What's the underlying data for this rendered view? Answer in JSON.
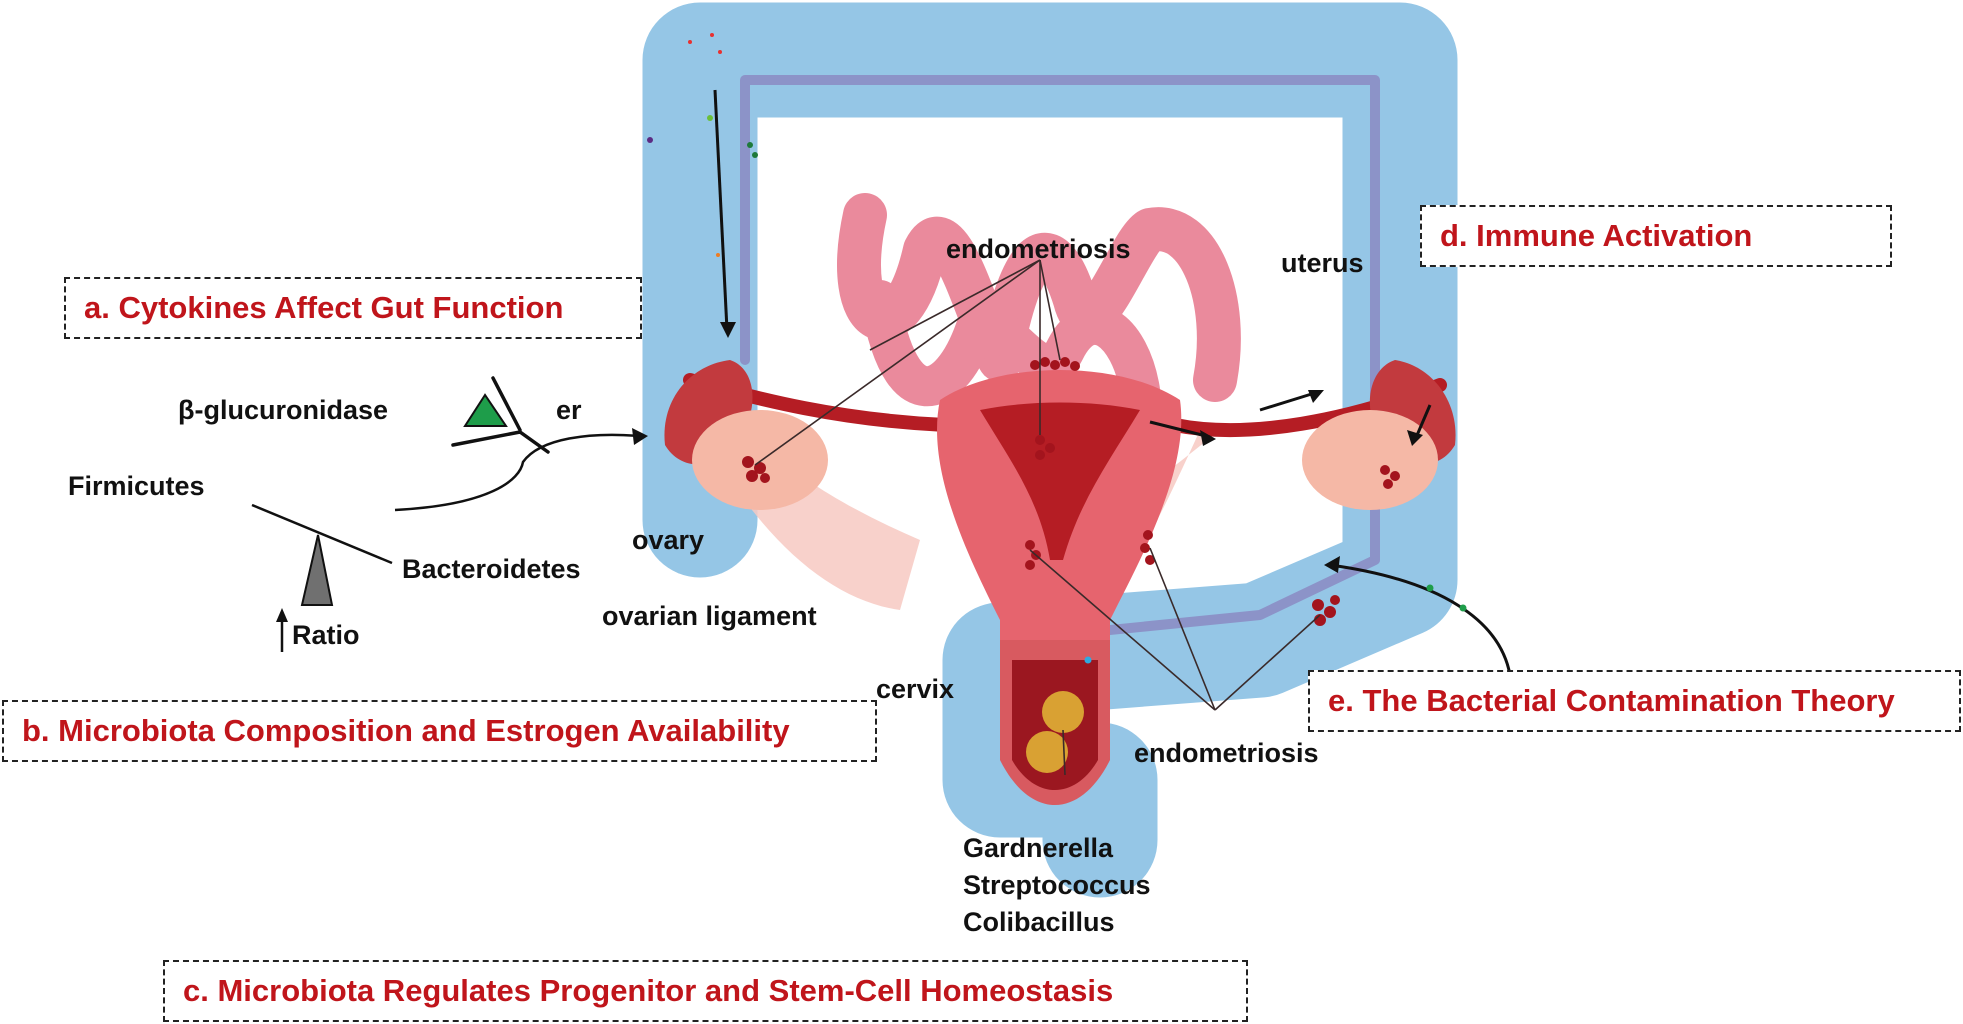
{
  "boxes": {
    "a": "a. Cytokines Affect Gut Function",
    "b": "b. Microbiota Composition and Estrogen Availability",
    "c": "c. Microbiota Regulates Progenitor and Stem-Cell Homeostasis",
    "d": "d. Immune Activation",
    "e": "e. The Bacterial Contamination Theory"
  },
  "labels": {
    "beta_glucuronidase": "β-glucuronidase",
    "er": "er",
    "firmicutes": "Firmicutes",
    "bacteroidetes": "Bacteroidetes",
    "ratio": "Ratio",
    "endometriosis_top": "endometriosis",
    "uterus": "uterus",
    "ovary": "ovary",
    "ovarian_ligament": "ovarian ligament",
    "cervix": "cervix",
    "endometriosis_bottom": "endometriosis",
    "bacteria": [
      "Gardnerella",
      "Streptococcus",
      "Colibacillus"
    ]
  },
  "colors": {
    "box_text": "#c0151b",
    "colon": "#95c6e6",
    "colon_inner": "#8c93c8",
    "small_intestine": "#ea8a9c",
    "uterus": "#e6646e",
    "uterus_dark": "#b51d24",
    "tissue": "#f7c9c2",
    "lesion": "#a3141d",
    "triangle_green": "#1e9d4a",
    "triangle_gray": "#707070",
    "bacteria_gold": "#d9a133"
  }
}
